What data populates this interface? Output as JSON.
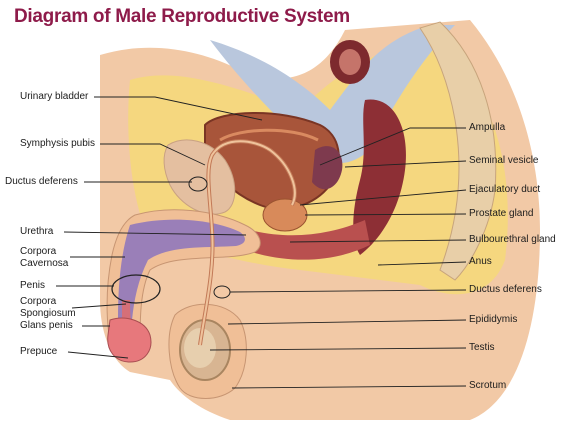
{
  "title": "Diagram of Male Reproductive System",
  "colors": {
    "title": "#8e1b4a",
    "skin": "#f2c9a6",
    "fat": "#f5d77f",
    "muscle": "#b9504f",
    "bladder": "#a8553a",
    "bone": "#e4bfa0",
    "pelvic_cavity": "#b9c7dd",
    "corpora": "#9a7fb8",
    "leader_line": "#222222"
  },
  "labels_left": [
    {
      "id": "urinary-bladder",
      "text": "Urinary bladder"
    },
    {
      "id": "symphysis-pubis",
      "text": "Symphysis pubis"
    },
    {
      "id": "ductus-deferens-left",
      "text": "Ductus deferens"
    },
    {
      "id": "urethra",
      "text": "Urethra"
    },
    {
      "id": "corpora-cavernosa",
      "text": "Corpora\nCavernosa"
    },
    {
      "id": "penis",
      "text": "Penis"
    },
    {
      "id": "corpora-spongiosum",
      "text": "Corpora\nSpongiosum"
    },
    {
      "id": "glans-penis",
      "text": "Glans penis"
    },
    {
      "id": "prepuce",
      "text": "Prepuce"
    }
  ],
  "labels_right": [
    {
      "id": "ampulla",
      "text": "Ampulla"
    },
    {
      "id": "seminal-vesicle",
      "text": "Seminal vesicle"
    },
    {
      "id": "ejaculatory-duct",
      "text": "Ejaculatory duct"
    },
    {
      "id": "prostate-gland",
      "text": "Prostate gland"
    },
    {
      "id": "bulbourethral-gland",
      "text": "Bulbourethral gland"
    },
    {
      "id": "anus",
      "text": "Anus"
    },
    {
      "id": "ductus-deferens-right",
      "text": "Ductus deferens"
    },
    {
      "id": "epididymis",
      "text": "Epididymis"
    },
    {
      "id": "testis",
      "text": "Testis"
    },
    {
      "id": "scrotum",
      "text": "Scrotum"
    }
  ]
}
